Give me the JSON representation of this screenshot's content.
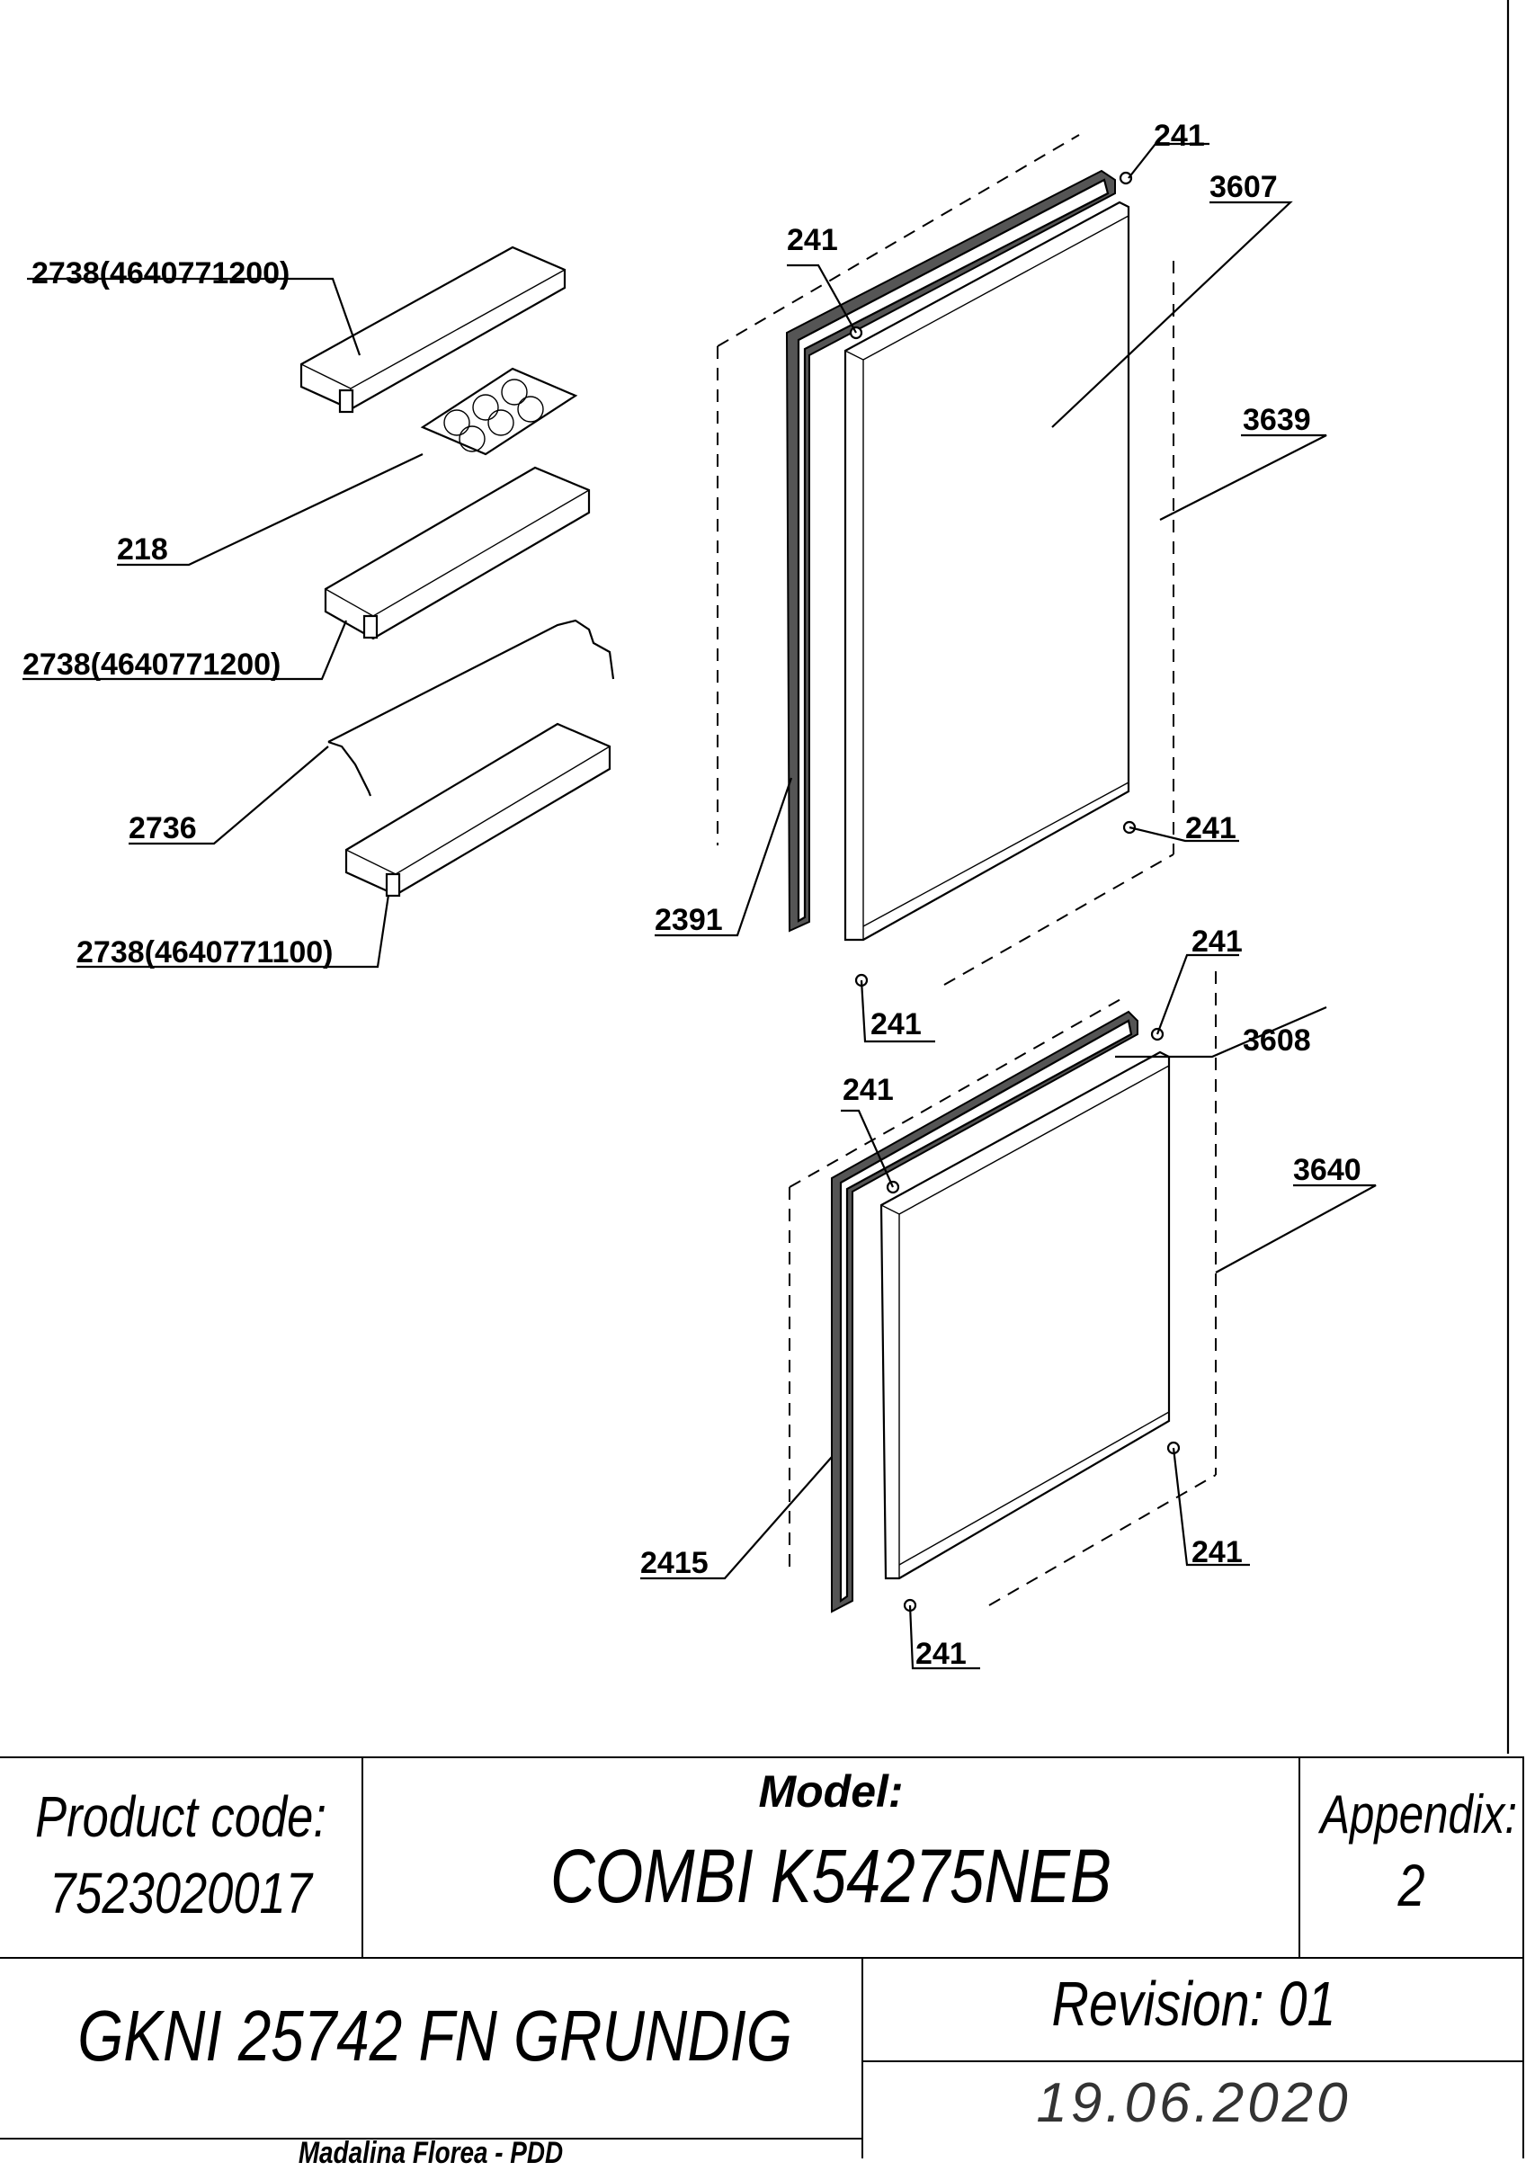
{
  "callouts": {
    "c2738a": "2738(4640771200)",
    "c218": "218",
    "c2738b": "2738(4640771200)",
    "c2736": "2736",
    "c2738c": "2738(4640771100)",
    "c2391": "2391",
    "c2415": "2415",
    "c3607": "3607",
    "c3608": "3608",
    "c3639": "3639",
    "c3640": "3640",
    "c241": "241"
  },
  "title_block": {
    "product_code_label": "Product code:",
    "product_code_value": "7523020017",
    "model_label": "Model:",
    "model_value": "COMBI K54275NEB",
    "appendix_label": "Appendix:",
    "appendix_value": "2",
    "product_name": "GKNI 25742 FN GRUNDIG",
    "revision": "Revision: 01",
    "author": "Madalina Florea - PDD",
    "date": "19.06.2020"
  }
}
